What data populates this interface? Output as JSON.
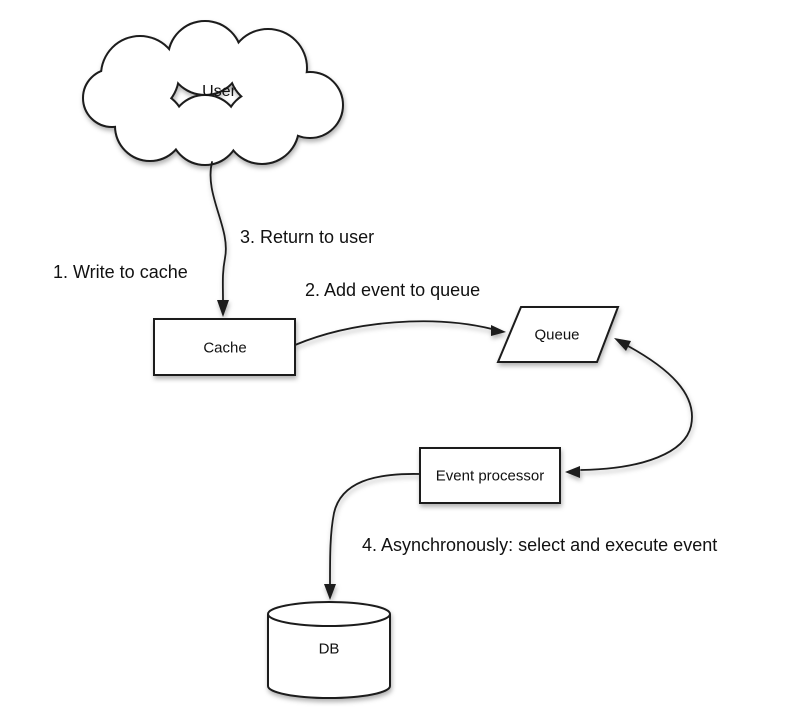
{
  "diagram": {
    "type": "flow-diagram",
    "background_color": "#ffffff",
    "stroke_color": "#1c1c1c",
    "text_color": "#111111",
    "nodes": [
      {
        "id": "user",
        "shape": "cloud",
        "label": "User"
      },
      {
        "id": "cache",
        "shape": "rectangle",
        "label": "Cache"
      },
      {
        "id": "queue",
        "shape": "parallelogram",
        "label": "Queue"
      },
      {
        "id": "event-processor",
        "shape": "rectangle",
        "label": "Event processor"
      },
      {
        "id": "db",
        "shape": "cylinder",
        "label": "DB"
      }
    ],
    "edges": [
      {
        "from": "user",
        "to": "cache",
        "style": "arrow"
      },
      {
        "from": "cache",
        "to": "queue",
        "style": "arrow"
      },
      {
        "from": "queue",
        "to": "event-processor",
        "style": "double-arrow"
      },
      {
        "from": "event-processor",
        "to": "db",
        "style": "arrow"
      }
    ],
    "step_labels": [
      {
        "text": "1. Write to cache"
      },
      {
        "text": "2. Add event to queue"
      },
      {
        "text": "3. Return to user"
      },
      {
        "text": "4. Asynchronously: select and execute event"
      }
    ]
  }
}
